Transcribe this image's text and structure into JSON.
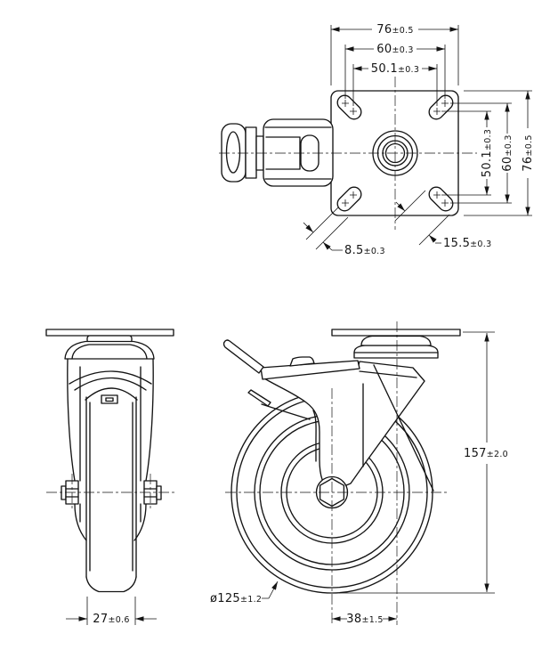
{
  "drawing": {
    "background_color": "#ffffff",
    "line_color": "#141414",
    "dimensions": {
      "plate_width_top": {
        "value": "76",
        "tolerance": "±0.5"
      },
      "bolt_span_outer_top": {
        "value": "60",
        "tolerance": "±0.3"
      },
      "bolt_span_inner_top": {
        "value": "50.1",
        "tolerance": "±0.3"
      },
      "bolt_span_inner_right": {
        "value": "50.1",
        "tolerance": "±0.3"
      },
      "bolt_span_outer_right": {
        "value": "60",
        "tolerance": "±0.3"
      },
      "plate_width_right": {
        "value": "76",
        "tolerance": "±0.5"
      },
      "slot_width": {
        "value": "8.5",
        "tolerance": "±0.3"
      },
      "slot_length": {
        "value": "15.5",
        "tolerance": "±0.3"
      },
      "wheel_width": {
        "value": "27",
        "tolerance": "±0.6"
      },
      "overall_height": {
        "value": "157",
        "tolerance": "±2.0"
      },
      "wheel_diameter": {
        "value": "ø125",
        "tolerance": "±1.2"
      },
      "swivel_offset": {
        "value": "38",
        "tolerance": "±1.5"
      }
    }
  }
}
